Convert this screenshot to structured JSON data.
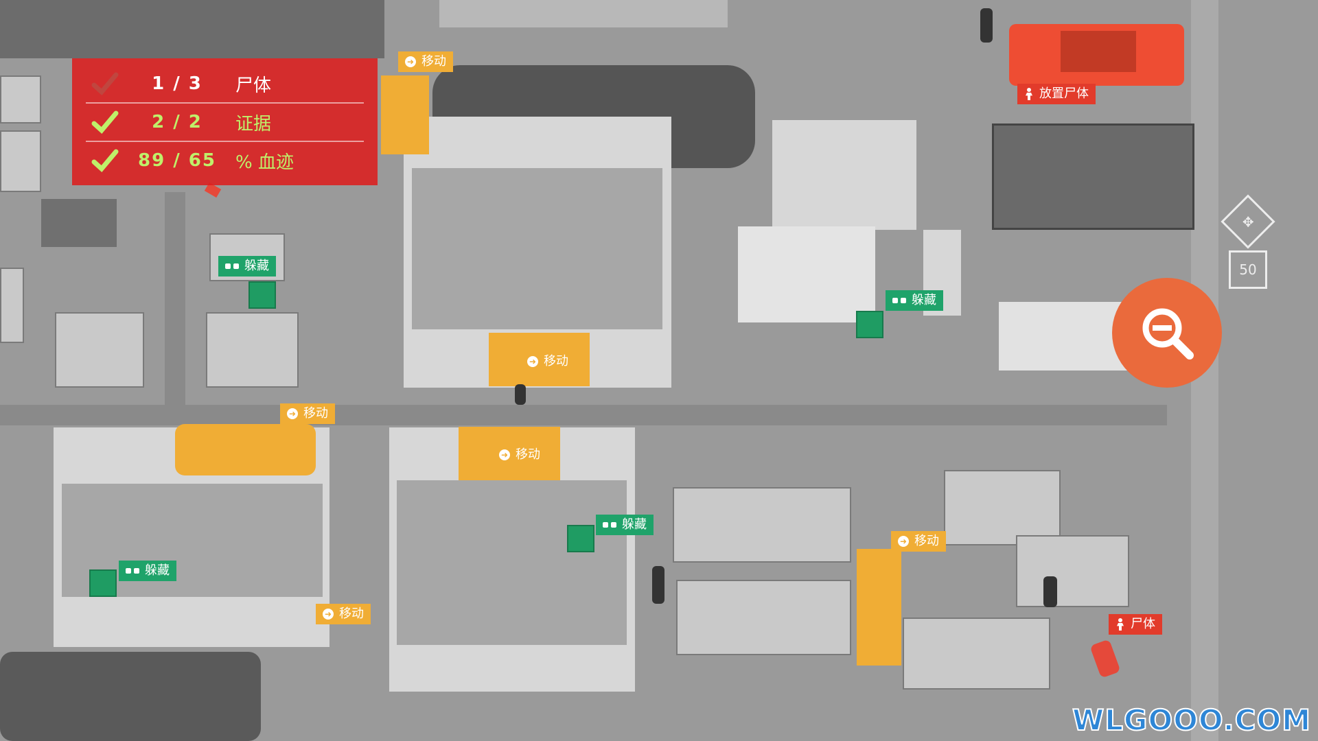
{
  "objectives": [
    {
      "done": false,
      "count": "1 / 3",
      "label": "尸体"
    },
    {
      "done": true,
      "count": "2 / 2",
      "label": "证据"
    },
    {
      "done": true,
      "count": "89 / 65",
      "label": "% 血迹"
    }
  ],
  "move_label": "移动",
  "hide_label": "躲藏",
  "place_body_label": "放置尸体",
  "body_label": "尸体",
  "watermark": "WLGOOO.COM",
  "colors": {
    "objective_panel": "#dc1e1e",
    "move": "#f0ad35",
    "hide": "#1fa36a",
    "body": "#e23b2b",
    "zoom": "#ea6a3c"
  },
  "icons": [
    "check-icon",
    "arrow-right-icon",
    "eyes-icon",
    "person-icon",
    "zoom-out-icon"
  ]
}
